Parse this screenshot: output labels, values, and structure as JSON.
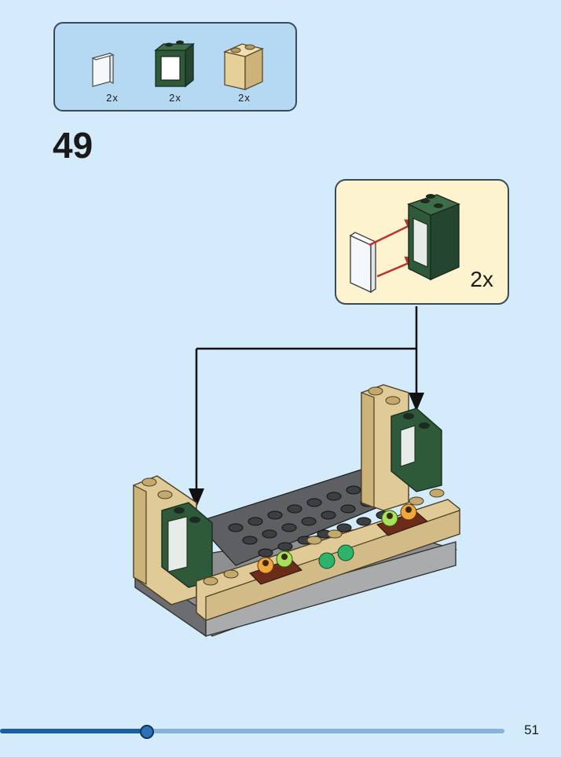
{
  "parts_list": {
    "items": [
      {
        "icon": "transparent-window-glass-icon",
        "quantity": "2x",
        "color": "#f4f8fb"
      },
      {
        "icon": "dark-green-window-frame-icon",
        "quantity": "2x",
        "color": "#2f5a3a"
      },
      {
        "icon": "tan-brick-icon",
        "quantity": "2x",
        "color": "#e6cf98"
      }
    ]
  },
  "step": {
    "number": "49"
  },
  "callout": {
    "quantity": "2x"
  },
  "progress": {
    "fraction": 0.29
  },
  "page": {
    "number": "51"
  },
  "colors": {
    "background": "#d3ebfa",
    "parts_box": "#b6d9f3",
    "callout_box": "#fdf3cf",
    "dark_green": "#2f5a3a",
    "tan": "#e0cb98",
    "dark_gray": "#6b6d70",
    "arrow_red": "#c0302c"
  }
}
